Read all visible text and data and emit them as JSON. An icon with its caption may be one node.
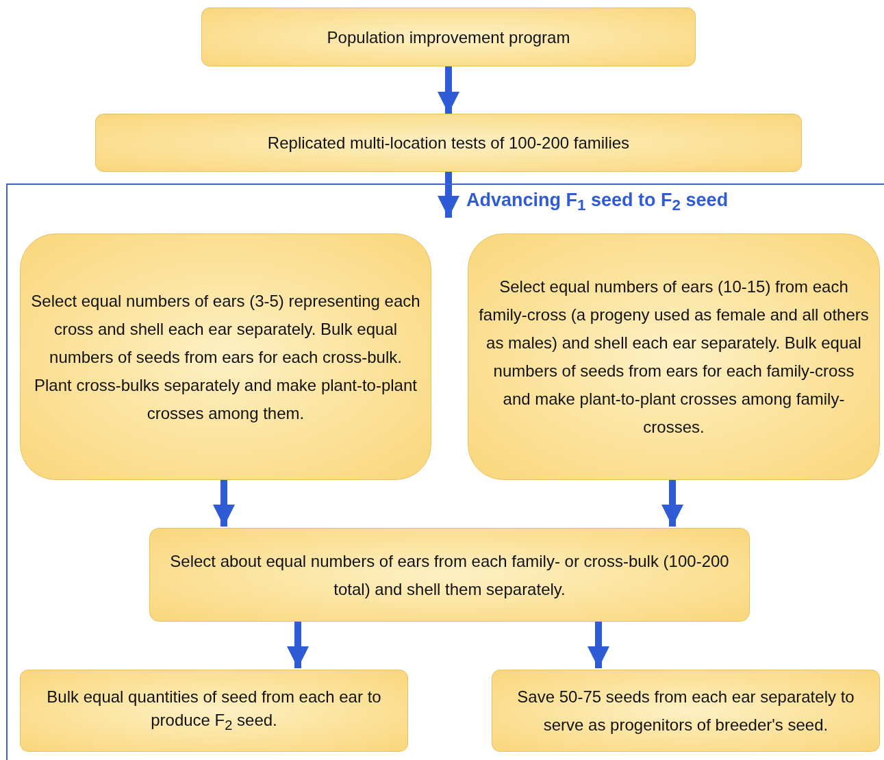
{
  "diagram": {
    "nodes": [
      {
        "text": [
          "Population improvement program"
        ]
      },
      {
        "text": [
          "Replicated multi-location tests of 100-200 families"
        ]
      },
      {
        "text": [
          "Advancing F$_{1}$ seed to F$_{2}$ seed"
        ]
      },
      {
        "text": [
          "Select equal numbers of ears (3-5) representing each cross and shell each ear separately. Bulk equal numbers of seeds from ears for each cross-bulk. Plant cross-bulks separately and make plant-to-plant crosses among them."
        ],
        "in": 2
      },
      {
        "text": [
          "Select equal numbers of ears (10-15) from each family-cross (a progeny used as female and all others as males) and shell each ear separately. Bulk equal numbers of seeds from ears for each family-cross and make plant-to-plant crosses among family-crosses."
        ],
        "in": 2
      },
      {
        "text": [
          "Select about equal numbers of ears from each family- or cross-bulk (100-200 total) and shell them separately."
        ],
        "in": 2
      },
      {
        "text": [
          "Bulk equal quantities of seed from each ear to produce F$_{2}$ seed."
        ],
        "in": 2
      },
      {
        "text": [
          "Save 50-75 seeds from each ear separately to serve as progenitors of breeder's seed."
        ],
        "in": 2
      }
    ],
    "edges": [
      {
        "from": 0,
        "to": 1,
        "arrow": "to"
      },
      {
        "from": 1,
        "to": 2,
        "arrow": "to"
      },
      {
        "from": 3,
        "to": 5,
        "arrow": "to"
      },
      {
        "from": 4,
        "to": 5,
        "arrow": "to"
      },
      {
        "from": 5,
        "to": 6,
        "arrow": "to"
      },
      {
        "from": 5,
        "to": 7,
        "arrow": "to"
      }
    ]
  }
}
